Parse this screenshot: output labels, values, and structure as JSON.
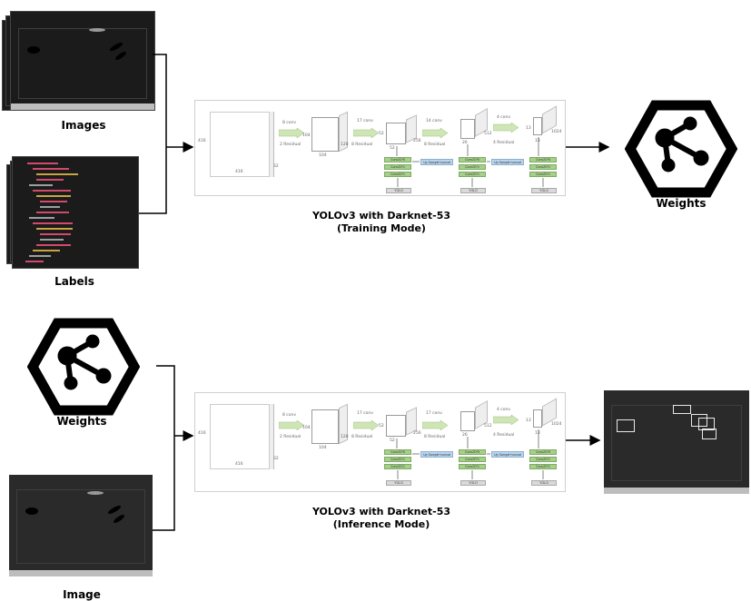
{
  "labels": {
    "images": "Images",
    "labels": "Labels",
    "weights_top": "Weights",
    "weights_left": "Weights",
    "image": "Image"
  },
  "training": {
    "title": "YOLOv3 with Darknet-53",
    "mode": "(Training Mode)"
  },
  "inference": {
    "title": "YOLOv3 with Darknet-53",
    "mode": "(Inference Mode)"
  },
  "panel_text": {
    "conv1": "8 conv",
    "res1": "2 Residual",
    "conv2": "17 conv",
    "res2": "8 Residual",
    "conv3": "14 conv",
    "res3": "8 Residual",
    "conv4": "4 conv",
    "res4": "4 Residual",
    "conv2_inf": "17 conv",
    "conv3_inf": "17 conv",
    "conv4_inf": "4 conv",
    "d416": "416",
    "d104": "104",
    "d128": "128",
    "d52": "52",
    "d256": "256",
    "d26": "26",
    "d512": "512",
    "d13": "13",
    "d1024": "1024",
    "d32": "32",
    "conv_set": "Conv2D*5",
    "conv_a": "Conv2D*1",
    "conv_b": "Conv2D*1",
    "upsample": "Up Sample+concat",
    "yolo": "YOLO"
  },
  "colors": {
    "green": "#a6d08a",
    "blue": "#b9d6ee",
    "grey": "#d9d9d9",
    "arrow_green": "#cfe5b6",
    "icon": "#000000"
  }
}
